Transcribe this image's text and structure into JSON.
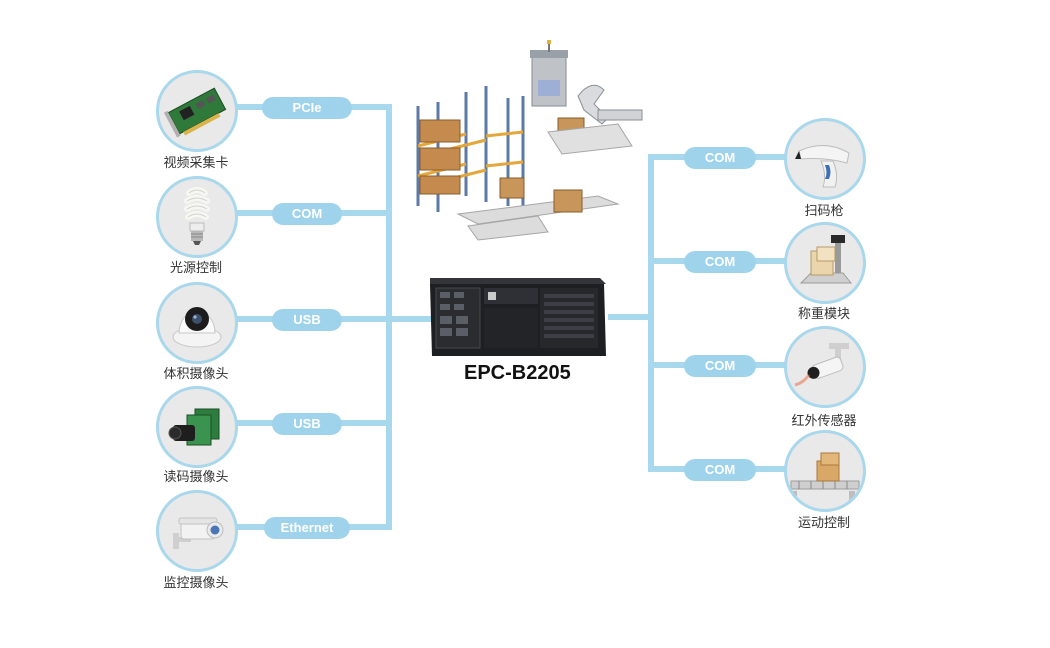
{
  "device": {
    "model": "EPC-B2205"
  },
  "left_devices": [
    {
      "interface": "PCIe",
      "label": "视频采集卡",
      "icon": "capture-card-icon"
    },
    {
      "interface": "COM",
      "label": "光源控制",
      "icon": "light-bulb-icon"
    },
    {
      "interface": "USB",
      "label": "体积摄像头",
      "icon": "dome-camera-icon"
    },
    {
      "interface": "USB",
      "label": "读码摄像头",
      "icon": "code-camera-icon"
    },
    {
      "interface": "Ethernet",
      "label": "监控摄像头",
      "icon": "surveillance-camera-icon"
    }
  ],
  "right_devices": [
    {
      "interface": "COM",
      "label": "扫码枪",
      "icon": "barcode-scanner-icon"
    },
    {
      "interface": "COM",
      "label": "称重模块",
      "icon": "weighing-scale-icon"
    },
    {
      "interface": "COM",
      "label": "红外传感器",
      "icon": "infrared-sensor-icon"
    },
    {
      "interface": "COM",
      "label": "运动控制",
      "icon": "conveyor-icon"
    }
  ],
  "colors": {
    "wire": "#a8d8ee",
    "pill": "#9fd3ec",
    "circle_border": "#a9d7ec"
  }
}
